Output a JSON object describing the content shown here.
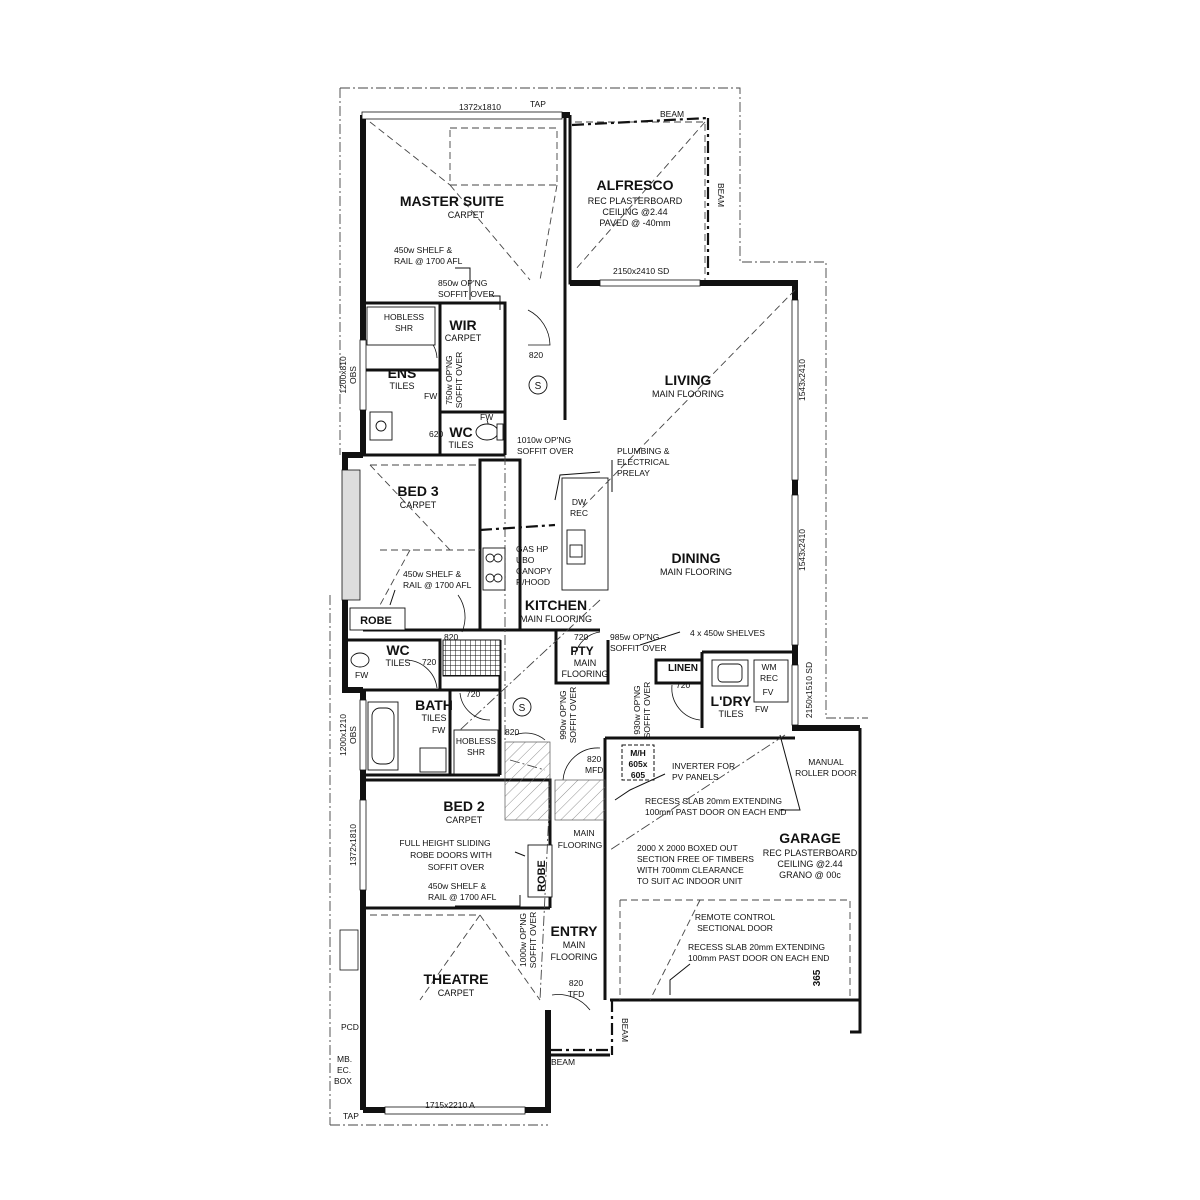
{
  "rooms": {
    "master_suite": {
      "name": "MASTER SUITE",
      "finish": "CARPET"
    },
    "alfresco": {
      "name": "ALFRESCO",
      "line1": "REC PLASTERBOARD",
      "line2": "CEILING @2.44",
      "line3": "PAVED @ -40mm"
    },
    "wir": {
      "name": "WIR",
      "finish": "CARPET"
    },
    "ens": {
      "name": "ENS",
      "finish": "TILES"
    },
    "wc_upper": {
      "name": "WC",
      "finish": "TILES"
    },
    "living": {
      "name": "LIVING",
      "finish": "MAIN FLOORING"
    },
    "dining": {
      "name": "DINING",
      "finish": "MAIN FLOORING"
    },
    "bed3": {
      "name": "BED 3",
      "finish": "CARPET"
    },
    "kitchen": {
      "name": "KITCHEN",
      "finish": "MAIN FLOORING"
    },
    "pty": {
      "name": "PTY",
      "finish1": "MAIN",
      "finish2": "FLOORING"
    },
    "linen": {
      "name": "LINEN"
    },
    "ldry": {
      "name": "L'DRY",
      "finish": "TILES"
    },
    "wc_lower": {
      "name": "WC",
      "finish": "TILES"
    },
    "bath": {
      "name": "BATH",
      "finish": "TILES"
    },
    "bed2": {
      "name": "BED 2",
      "finish": "CARPET"
    },
    "garage": {
      "name": "GARAGE",
      "line1": "REC PLASTERBOARD",
      "line2": "CEILING @2.44",
      "line3": "GRANO @ 00c"
    },
    "entry": {
      "name": "ENTRY",
      "finish1": "MAIN",
      "finish2": "FLOORING"
    },
    "theatre": {
      "name": "THEATRE",
      "finish": "CARPET"
    },
    "robe_bed3": {
      "name": "ROBE"
    },
    "robe_bed2": {
      "name": "ROBE"
    }
  },
  "notes": {
    "window_top": "1372x1810",
    "tap_top": "TAP",
    "beam_top": "BEAM",
    "beam_right": "BEAM",
    "shelf_master_1": "450w SHELF &",
    "shelf_master_2": "RAIL @ 1700 AFL",
    "soffit_850_1": "850w OP'NG",
    "soffit_850_2": "SOFFIT OVER",
    "hobless_upper_1": "HOBLESS",
    "hobless_upper_2": "SHR",
    "soffit_750_1": "750w OP'NG",
    "soffit_750_2": "SOFFIT OVER",
    "door_820_wir": "820",
    "window_left_1": "1200x810",
    "window_left_2": "OBS",
    "fw_ens": "FW",
    "fw_wc": "FW",
    "dim_620": "620",
    "soffit_1010_1": "1010w OP'NG",
    "soffit_1010_2": "SOFFIT OVER",
    "window_2150_sd": "2150x2410 SD",
    "window_1543_a": "1543x2410",
    "window_1543_b": "1543x2410",
    "plumbing_1": "PLUMBING &",
    "plumbing_2": "ELECTRICAL",
    "plumbing_3": "PRELAY",
    "dw_1": "DW",
    "dw_2": "REC",
    "gas_1": "GAS HP",
    "gas_2": "UBO",
    "gas_3": "CANOPY",
    "gas_4": "R/HOOD",
    "shelf_bed3_1": "450w SHELF &",
    "shelf_bed3_2": "RAIL @ 1700 AFL",
    "door_820_bed3": "820",
    "door_720_pty": "720",
    "soffit_985_1": "985w OP'NG",
    "soffit_985_2": "SOFFIT OVER",
    "shelves_4": "4 x 450w SHELVES",
    "door_720_wc": "720",
    "door_720_linen": "720",
    "wm_1": "WM",
    "wm_2": "REC",
    "fv": "FV",
    "fw_ldry": "FW",
    "window_2150_1510": "2150x1510 SD",
    "fw_wc_lower": "FW",
    "door_720_bath": "720",
    "fw_bath": "FW",
    "hobless_lower_1": "HOBLESS",
    "hobless_lower_2": "SHR",
    "window_left_lower_1": "1200x1210",
    "window_left_lower_2": "OBS",
    "soffit_930_1": "930w OP'NG",
    "soffit_930_2": "SOFFIT OVER",
    "soffit_990_1": "990w OP'NG",
    "soffit_990_2": "SOFFIT OVER",
    "door_820_bath": "820",
    "door_820_mfd_1": "820",
    "door_820_mfd_2": "MFD",
    "mh_1": "M/H",
    "mh_2": "605x",
    "mh_3": "605",
    "inverter_1": "INVERTER FOR",
    "inverter_2": "PV PANELS",
    "manual_1": "MANUAL",
    "manual_2": "ROLLER DOOR",
    "recess_upper_1": "RECESS SLAB 20mm EXTENDING",
    "recess_upper_2": "100mm PAST DOOR ON EACH END",
    "main_flooring_hall_1": "MAIN",
    "main_flooring_hall_2": "FLOORING",
    "boxed_1": "2000 X 2000 BOXED OUT",
    "boxed_2": "SECTION FREE OF TIMBERS",
    "boxed_3": "WITH 700mm CLEARANCE",
    "boxed_4": "TO SUIT AC INDOOR UNIT",
    "sliding_1": "FULL HEIGHT SLIDING",
    "sliding_2": "ROBE DOORS WITH",
    "sliding_3": "SOFFIT OVER",
    "shelf_bed2_1": "450w SHELF &",
    "shelf_bed2_2": "RAIL @ 1700 AFL",
    "window_left_bed2": "1372x1810",
    "remote_1": "REMOTE CONTROL",
    "remote_2": "SECTIONAL DOOR",
    "recess_lower_1": "RECESS SLAB 20mm EXTENDING",
    "recess_lower_2": "100mm PAST DOOR ON EACH END",
    "dim_365": "365",
    "soffit_1000_1": "1000w OP'NG",
    "soffit_1000_2": "SOFFIT OVER",
    "door_820_tfd_1": "820",
    "door_820_tfd_2": "TFD",
    "beam_entry_v": "BEAM",
    "beam_entry_h": "BEAM",
    "pcd": "PCD",
    "meter_1": "MB.",
    "meter_2": "EC.",
    "meter_3": "BOX",
    "window_bottom": "1715x2210 A",
    "tap_bottom": "TAP",
    "smoke_1": "S",
    "smoke_2": "S"
  }
}
